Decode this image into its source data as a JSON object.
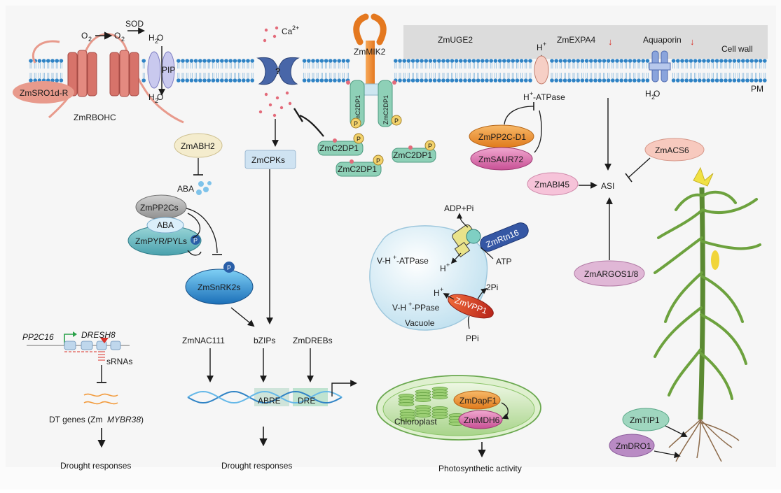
{
  "membrane": {
    "cell_wall_label": "Cell wall",
    "pm_label": "PM",
    "wall_proteins": [
      "ZmUGE2",
      "ZmEXPA4",
      "Aquaporin"
    ],
    "down_arrow": "↓"
  },
  "ros": {
    "o2_a": "O",
    "o2_b": "O",
    "sod": "SOD",
    "h2o2_top": "H O",
    "h2o2_bottom": "H O",
    "sub2": "2",
    "pip": "PIP",
    "sro": "ZmSRO1d-R",
    "rboh": "ZmRBOHC"
  },
  "calcium": {
    "ion": "Ca",
    "charge": "2+",
    "channel": "?",
    "cpks": "ZmCPKs"
  },
  "mik2": {
    "receptor": "ZmMIK2",
    "c2dp1": "ZmC2DP1",
    "p": "P"
  },
  "atpase": {
    "hplus": "H",
    "plus": "+",
    "label": "-ATPase",
    "pp2c_d1": "ZmPP2C-D1",
    "saur72": "ZmSAUR72",
    "h2o": "H O",
    "sub2": "2"
  },
  "asi": {
    "center": "ASI",
    "acs6": "ZmACS6",
    "abi45": "ZmABI45",
    "argos": "ZmARGOS1/8"
  },
  "aba": {
    "abh2": "ZmABH2",
    "aba": "ABA",
    "pp2cs": "ZmPP2Cs",
    "pyr": "ZmPYR/PYLs",
    "snrk2s": "ZmSnRK2s",
    "p": "P"
  },
  "vacuole": {
    "label": "Vacuole",
    "atpase_label": "V-H -ATPase",
    "ppase_label": "V-H -PPase",
    "rtn16": "ZmRtn16",
    "vpp1": "ZmVPP1",
    "adp": "ADP+Pi",
    "atp": "ATP",
    "hplus": "H",
    "plus": "+",
    "pi2": "2Pi",
    "ppi": "PPi"
  },
  "tf": {
    "nac111": "ZmNAC111",
    "bzips": "bZIPs",
    "drebs": "ZmDREBs",
    "abre": "ABRE",
    "dre": "DRE",
    "drought1": "Drought responses",
    "drought2": "Drought responses"
  },
  "srna": {
    "pp2c16": "PP2C16",
    "dresh8": "DRESH8",
    "srnas": "sRNAs",
    "dt_genes_pre": "DT genes (Zm",
    "dt_genes_gene": "MYBR38",
    "dt_genes_post": ")"
  },
  "chloro": {
    "label": "Chloroplast",
    "dapf1": "ZmDapF1",
    "mdh6": "ZmMDH6",
    "photo": "Photosynthetic activity"
  },
  "root": {
    "tip1": "ZmTIP1",
    "dro1": "ZmDRO1"
  },
  "colors": {
    "pink": "#e89a8c",
    "membrane": "#2f83c5",
    "teal": "#8ed0b7",
    "orange": "#f29a3b",
    "magenta": "#d96aa6",
    "red_arrow": "#d9322a"
  }
}
